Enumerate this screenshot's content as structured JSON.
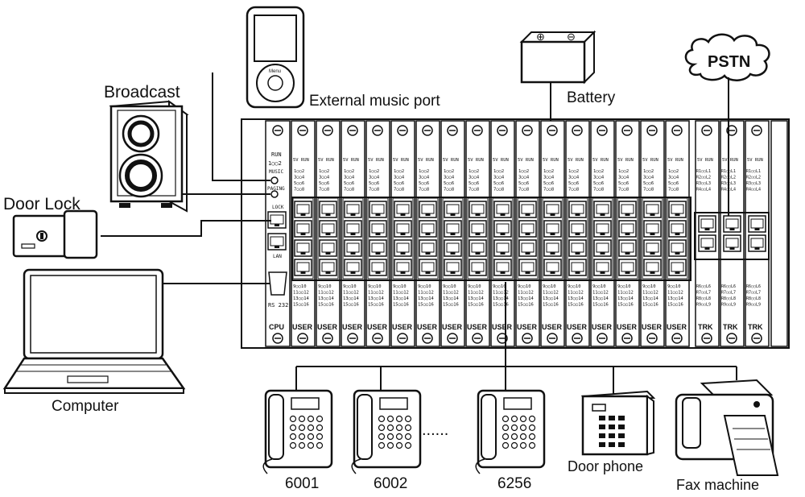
{
  "labels": {
    "broadcast": "Broadcast",
    "external_music_port": "External music port",
    "battery": "Battery",
    "pstn": "PSTN",
    "door_lock": "Door Lock",
    "computer": "Computer",
    "door_phone": "Door phone",
    "fax_machine": "Fax machine",
    "ellipsis": "......"
  },
  "phones": [
    "6001",
    "6002",
    "6256"
  ],
  "cpu_panel": {
    "run": "RUN",
    "leds": "1○○2",
    "music": "MUSIC",
    "paging": "PAGING",
    "lock": "LOCK",
    "lan": "LAN",
    "rs232": "RS 232",
    "name": "CPU"
  },
  "user_cards": {
    "name": "USER",
    "header": "5V RUN",
    "top_leds": [
      "1○○2",
      "3○○4",
      "5○○6",
      "7○○8"
    ],
    "bottom_leds": [
      "9○○10",
      "11○○12",
      "13○○14",
      "15○○16"
    ],
    "count": 16
  },
  "trk_cards": {
    "name": "TRK",
    "header": "5V RUN",
    "top_leds": [
      "R1○○L1",
      "R2○○L2",
      "R3○○L3",
      "R4○○L4"
    ],
    "bottom_leds": [
      "R6○○L6",
      "R7○○L7",
      "R8○○L8",
      "R9○○L9"
    ],
    "count": 3
  },
  "battery_symbols": {
    "plus": "⊕",
    "minus": "⊖"
  },
  "player": {
    "menu": "Menu"
  }
}
